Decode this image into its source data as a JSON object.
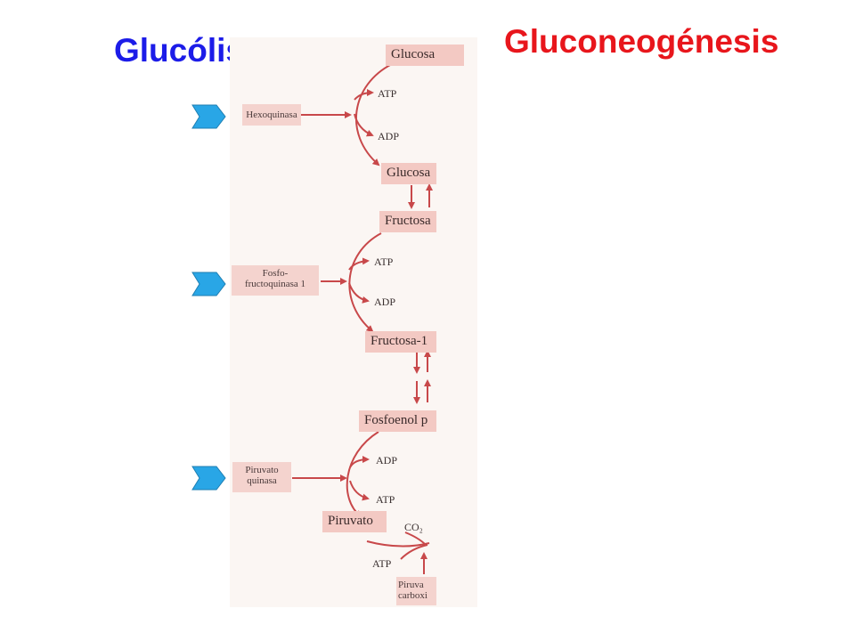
{
  "titles": {
    "glycolysis": "Glucólisis",
    "gluconeogenesis": "Gluconeogénesis"
  },
  "metabolites": {
    "glucosa": "Glucosa",
    "glucosa_p": "Glucosa",
    "fructosa_6p": "Fructosa",
    "fructosa_bp": "Fructosa-1",
    "fosfoenol": "Fosfoenol p",
    "piruvato": "Piruvato"
  },
  "enzymes": {
    "hexoquinasa": "Hexoquinasa",
    "pfk_1": "Fosfo-",
    "pfk_2": "fructoquinasa 1",
    "pk_1": "Piruvato",
    "pk_2": "quinasa",
    "pc_1": "Piruva",
    "pc_2": "carboxi"
  },
  "cofactors": {
    "atp1": "ATP",
    "adp1": "ADP",
    "atp2": "ATP",
    "adp2": "ADP",
    "adp3": "ADP",
    "atp3": "ATP",
    "co2": "CO₂",
    "atp4": "ATP"
  },
  "colors": {
    "arrow": "#c8484a",
    "chevron": "#29a6e6",
    "glycolysis_title": "#1c1ce8",
    "gluconeo_title": "#e8161c"
  }
}
